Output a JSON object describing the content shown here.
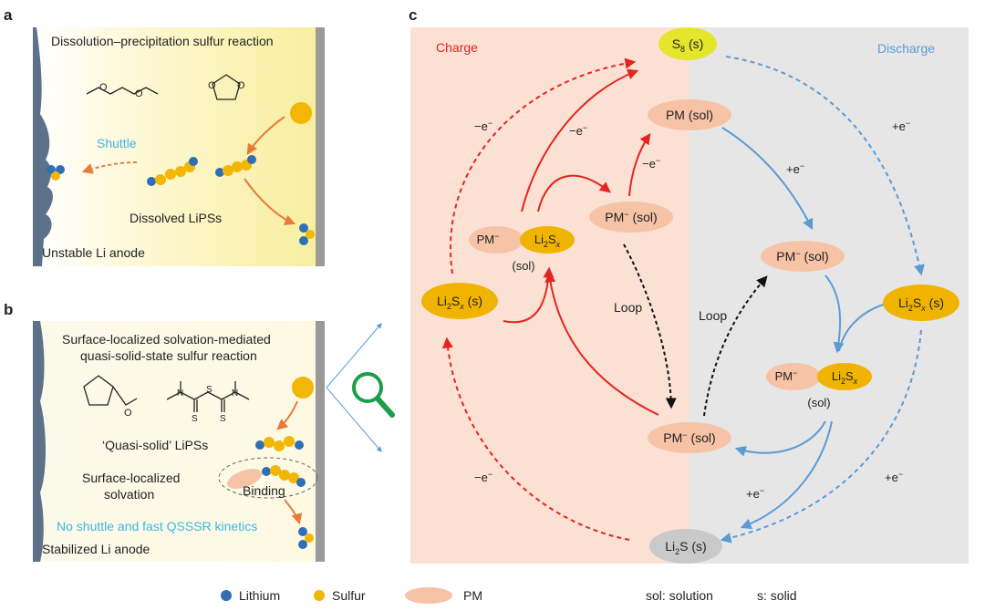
{
  "panel_a": {
    "letter": "a",
    "title": "Dissolution–precipitation sulfur reaction",
    "shuttle": "Shuttle",
    "dissolved": "Dissolved LiPSs",
    "anode": "Unstable Li anode"
  },
  "panel_b": {
    "letter": "b",
    "title_line1": "Surface-localized solvation-mediated",
    "title_line2": "quasi-solid-state sulfur reaction",
    "quasi": "‘Quasi-solid’ LiPSs",
    "surface_line1": "Surface-localized",
    "surface_line2": "solvation",
    "binding": "Binding",
    "no_shuttle": "No shuttle and fast QSSSR kinetics",
    "anode": "Stabilized Li anode"
  },
  "panel_c": {
    "letter": "c",
    "charge": "Charge",
    "discharge": "Discharge",
    "loop": "Loop",
    "e_minus": "−e",
    "e_plus": "+e",
    "sup_minus": "−",
    "s8": "S",
    "s8_sub": "8",
    "s8_suffix": " (s)",
    "pm_sol": "PM (sol)",
    "pm_minus": "PM",
    "sol_suffix": " (sol)",
    "sol": "(sol)",
    "li": "Li",
    "li2": "2",
    "sx": "S",
    "x": "x",
    "s_suffix": " (s)",
    "li2s_s": "S (s)"
  },
  "legend": {
    "lithium": "Lithium",
    "sulfur": "Sulfur",
    "pm": "PM",
    "sol_def": "sol: solution",
    "s_def": "s: solid"
  },
  "colors": {
    "charge_bg": "#fbe0d4",
    "discharge_bg": "#e6e6e6",
    "panel_yellow": "#fbf4c0",
    "charge_red": "#e52420",
    "discharge_blue": "#5b9bd5",
    "lithium": "#2f6fb5",
    "sulfur": "#f2b705",
    "pm": "#f6c3a6",
    "li2sx": "#f0b400",
    "s8": "#e3e62a",
    "li2s": "#c9c9c9",
    "shuttle": "#3fb6e6",
    "magnifier": "#1c9e49"
  }
}
